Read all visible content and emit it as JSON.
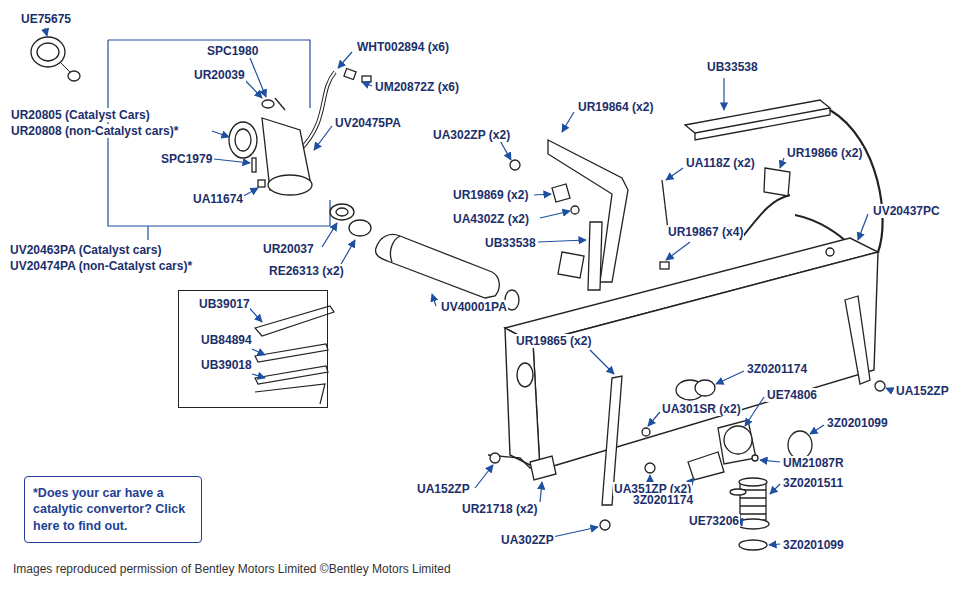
{
  "diagram": {
    "nodes": [
      {
        "text": [
          "UB39017",
          "UB84894",
          "UB39018"
        ]
      },
      {
        "text": [
          "*Does your car have a catalytic convertor? Click here to find out."
        ]
      }
    ],
    "labels": [
      "UE75675",
      "SPC1980",
      "WHT002894 (x6)",
      "UR20039",
      "UM20872Z (x6)",
      "UR20805 (Catalyst Cars)",
      "UR20808 (non-Catalyst cars)*",
      "SPC1979",
      "UV20475PA",
      "UA11674",
      "UV20463PA (Catalyst cars)",
      "UV20474PA (non-Catalyst cars)*",
      "UR20037",
      "RE26313 (x2)",
      "UV40001PA",
      "UB33538",
      "UR19864 (x2)",
      "UA302ZP (x2)",
      "UR19869 (x2)",
      "UA4302Z (x2)",
      "UB33538",
      "UA118Z (x2)",
      "UR19866 (x2)",
      "UR19867 (x4)",
      "UV20437PC",
      "UR19865 (x2)",
      "3Z0201174",
      "UE74806",
      "UA152ZP",
      "UA301SR (x2)",
      "3Z0201099",
      "UM21087R",
      "UA152ZP",
      "UA351ZP (x2)",
      "UR21718 (x2)",
      "3Z0201174",
      "3Z0201511",
      "UE73206",
      "3Z0201099",
      "UA302ZP",
      "Images reproduced permission of Bentley Motors Limited ©Bentley Motors Limited"
    ]
  }
}
